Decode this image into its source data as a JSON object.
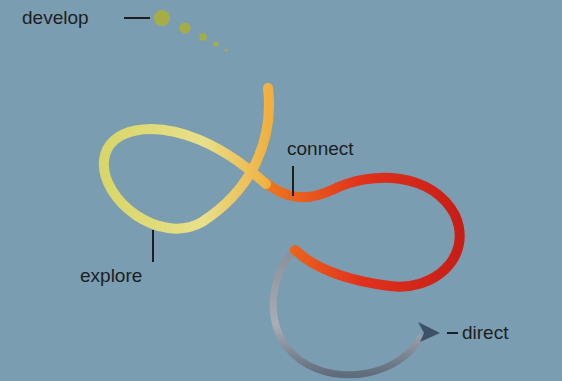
{
  "diagram": {
    "labels": [
      "develop",
      "connect",
      "explore",
      "direct"
    ]
  }
}
